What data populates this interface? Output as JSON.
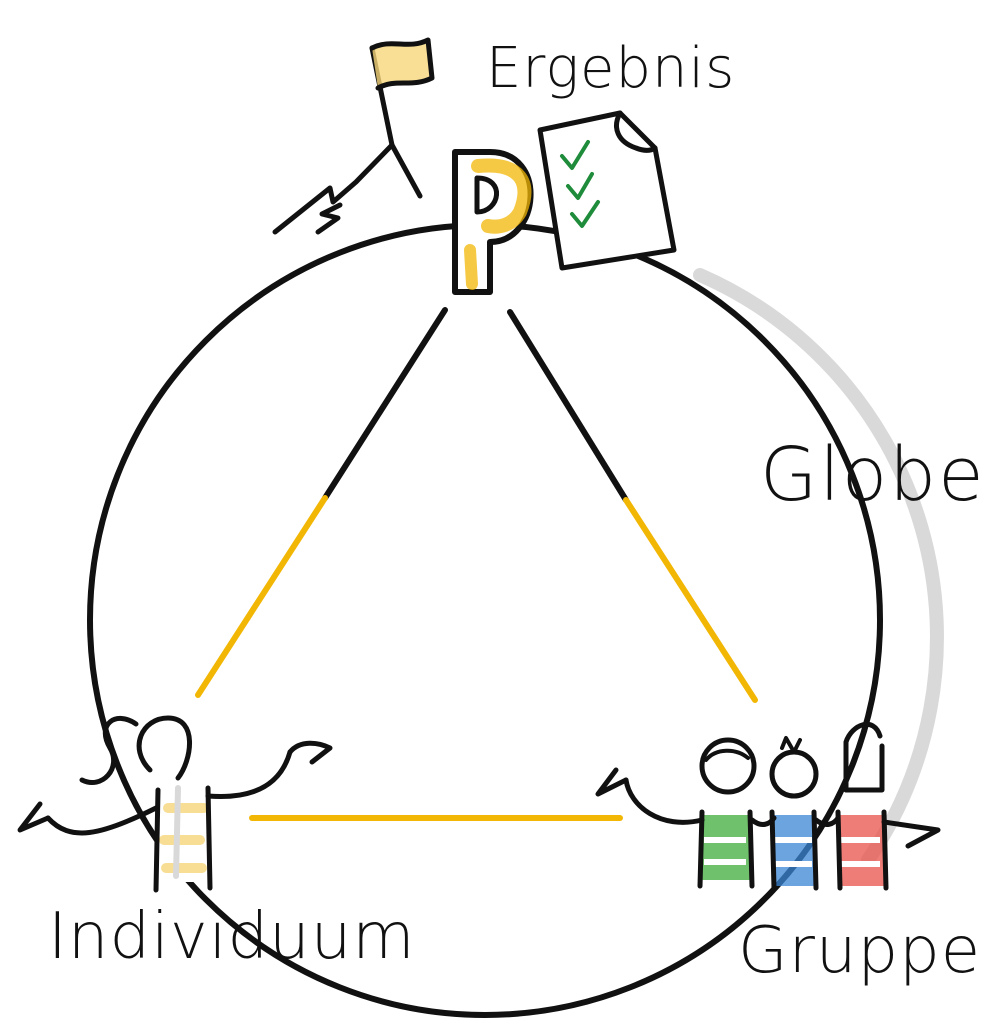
{
  "diagram": {
    "labels": {
      "top": "Ergebnis",
      "right": "Globe",
      "bottom_left": "Individuum",
      "bottom_right": "Gruppe"
    },
    "center_letter": "P",
    "colors": {
      "ink": "#111111",
      "accent_yellow": "#F2B705",
      "yellow_fill": "#F6D77A",
      "check_green": "#1E8C3A",
      "green": "#3FAE3A",
      "blue": "#3B86D6",
      "red": "#E8524A",
      "shadow": "#d9d9d9"
    },
    "icons": [
      "flag-icon",
      "mountain-icon",
      "document-checklist-icon",
      "person-icon",
      "group-of-people-icon"
    ]
  }
}
